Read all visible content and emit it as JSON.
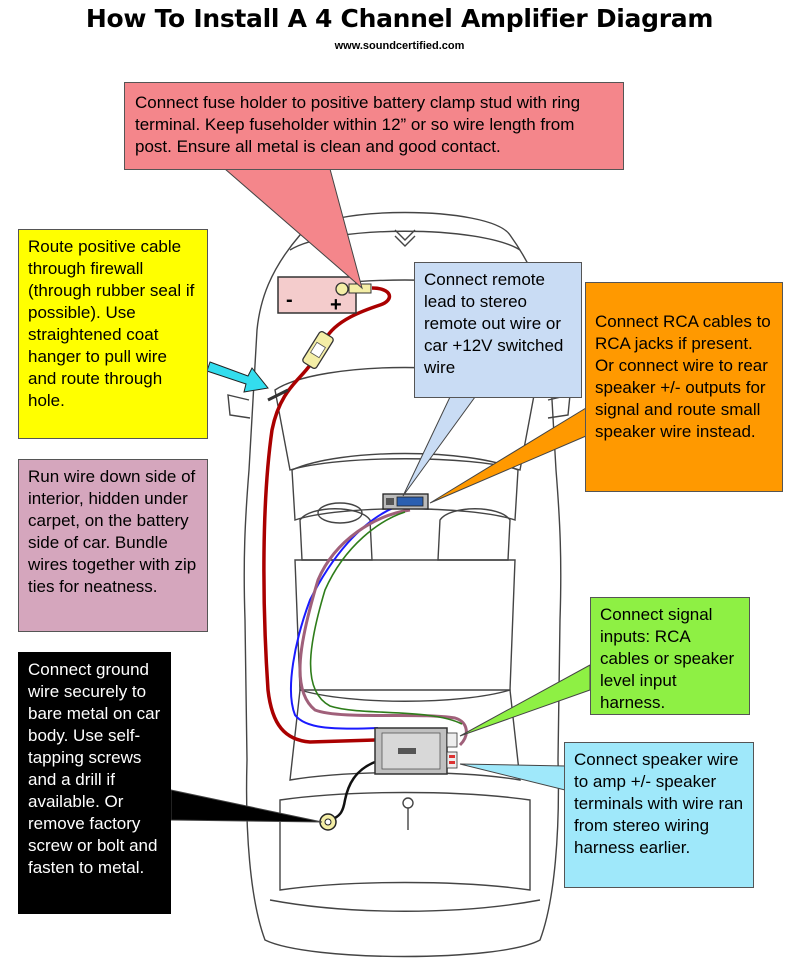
{
  "title": "How To Install A 4 Channel Amplifier Diagram",
  "website": "www.soundcertified.com",
  "battery": {
    "minus": "-",
    "plus": "+"
  },
  "colors": {
    "fuse_callout": "#f4868b",
    "firewall_callout": "#ffff00",
    "remote_callout": "#c9dcf4",
    "rca_callout": "#ff9900",
    "interior_callout": "#d5a6bd",
    "signal_callout": "#8ef044",
    "ground_callout": "#000000",
    "speaker_callout": "#9fe8fa",
    "power_wire": "#aa0000",
    "remote_wire": "#1a1aff",
    "rca_wire": "#a0607a",
    "signal_wire": "#2e7d1a",
    "arrow": "#33ddee"
  },
  "callouts": {
    "fuse": "Connect fuse holder to positive battery clamp stud with ring terminal. Keep fuseholder within 12” or so wire length from post. Ensure all metal is clean and good contact.",
    "firewall": "Route positive cable through firewall (through rubber seal if possible). Use straightened coat hanger to pull wire and route through hole.",
    "remote": "Connect remote lead to stereo remote out wire or car +12V switched wire",
    "rca": "Connect RCA cables to RCA jacks if present. Or connect wire to rear speaker +/- outputs for signal and route small speaker wire instead.",
    "interior": "Run wire down side of interior, hidden under carpet, on the battery side of car. Bundle wires together with zip ties for neatness.",
    "signal": "Connect signal inputs: RCA cables or speaker level input harness.",
    "ground": "Connect ground wire securely to bare metal on car body. Use self-tapping screws and a drill if available. Or remove factory screw or bolt and fasten to metal.",
    "speaker": "Connect speaker wire to amp +/- speaker terminals with wire ran from stereo wiring harness earlier."
  }
}
